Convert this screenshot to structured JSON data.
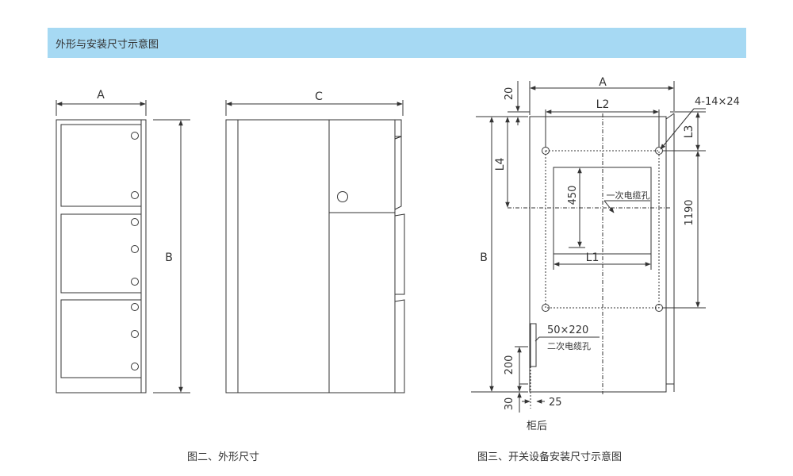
{
  "header": {
    "title": "外形与安装尺寸示意图"
  },
  "figure2": {
    "caption": "图二、外形尺寸",
    "dim_width": "A",
    "dim_height": "B",
    "dim_depth": "C"
  },
  "figure3": {
    "caption": "图三、开关设备安装尺寸示意图",
    "dim_width": "A",
    "dim_height": "B",
    "dim_l1": "L1",
    "dim_l2": "L2",
    "dim_l3": "L3",
    "dim_l4": "L4",
    "dim_top_offset": "20",
    "dim_bottom_offset": "30",
    "dim_hole_pitch": "1190",
    "dim_primary_hole_height": "450",
    "dim_secondary_hole_height": "200",
    "dim_secondary_hole_offset": "25",
    "mount_holes": "4-14×24",
    "secondary_hole_size": "50×220",
    "primary_cable_hole": "一次电缆孔",
    "secondary_cable_hole": "二次电缆孔",
    "rear_label": "柜后"
  },
  "colors": {
    "header_bg": "#a6d9f3",
    "line": "#333333"
  }
}
